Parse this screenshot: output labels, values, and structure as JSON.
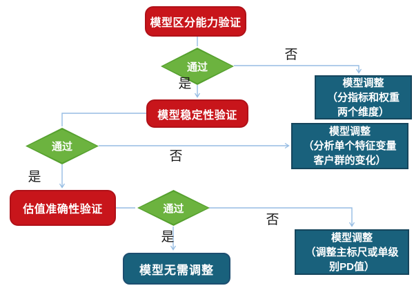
{
  "nodes": {
    "step1": {
      "label": "模型区分能力验证"
    },
    "decision1": {
      "label": "通过"
    },
    "adjust1": {
      "label": "模型调整\n（分指标和权重\n两个维度）"
    },
    "step2": {
      "label": "模型稳定性验证"
    },
    "decision2": {
      "label": "通过"
    },
    "adjust2": {
      "label": "模型调整\n（分析单个特征变量\n客户群的变化）"
    },
    "step3": {
      "label": "估值准确性验证"
    },
    "decision3": {
      "label": "通过"
    },
    "adjust3": {
      "label": "模型调整\n（调整主标尺或单级\n别PD值）"
    },
    "end1": {
      "label": "模型无需调整"
    }
  },
  "edge_labels": {
    "yes1": "是",
    "no1": "否",
    "yes2": "是",
    "no2": "否",
    "yes3": "是",
    "no3": "否"
  },
  "colors": {
    "process_fill": "#C8151B",
    "process_border": "#AF1118",
    "decision_fill": "#6CB33F",
    "decision_border": "#55A02E",
    "adjust_fill": "#19617C",
    "adjust_border": "#15455C",
    "connector": "#95BCE3",
    "node_text": "#FFFFFF",
    "edge_label_text": "#1A1A1A",
    "background": "#FFFFFF"
  }
}
